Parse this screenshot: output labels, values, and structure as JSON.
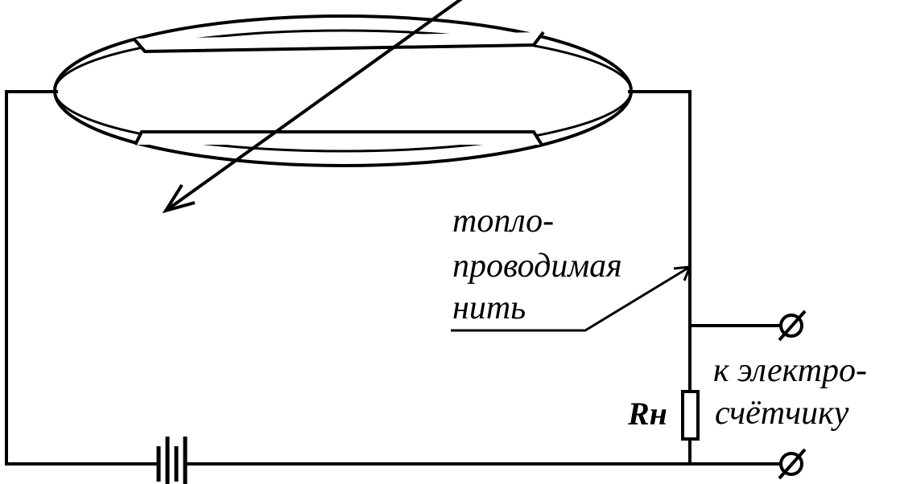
{
  "labels": {
    "filament": [
      "топло-",
      "проводимая",
      "нить"
    ],
    "output": [
      "к электро-",
      "счётчику"
    ],
    "resistor": "Rн"
  },
  "colors": {
    "line": "#000000",
    "background": "#ffffff"
  }
}
